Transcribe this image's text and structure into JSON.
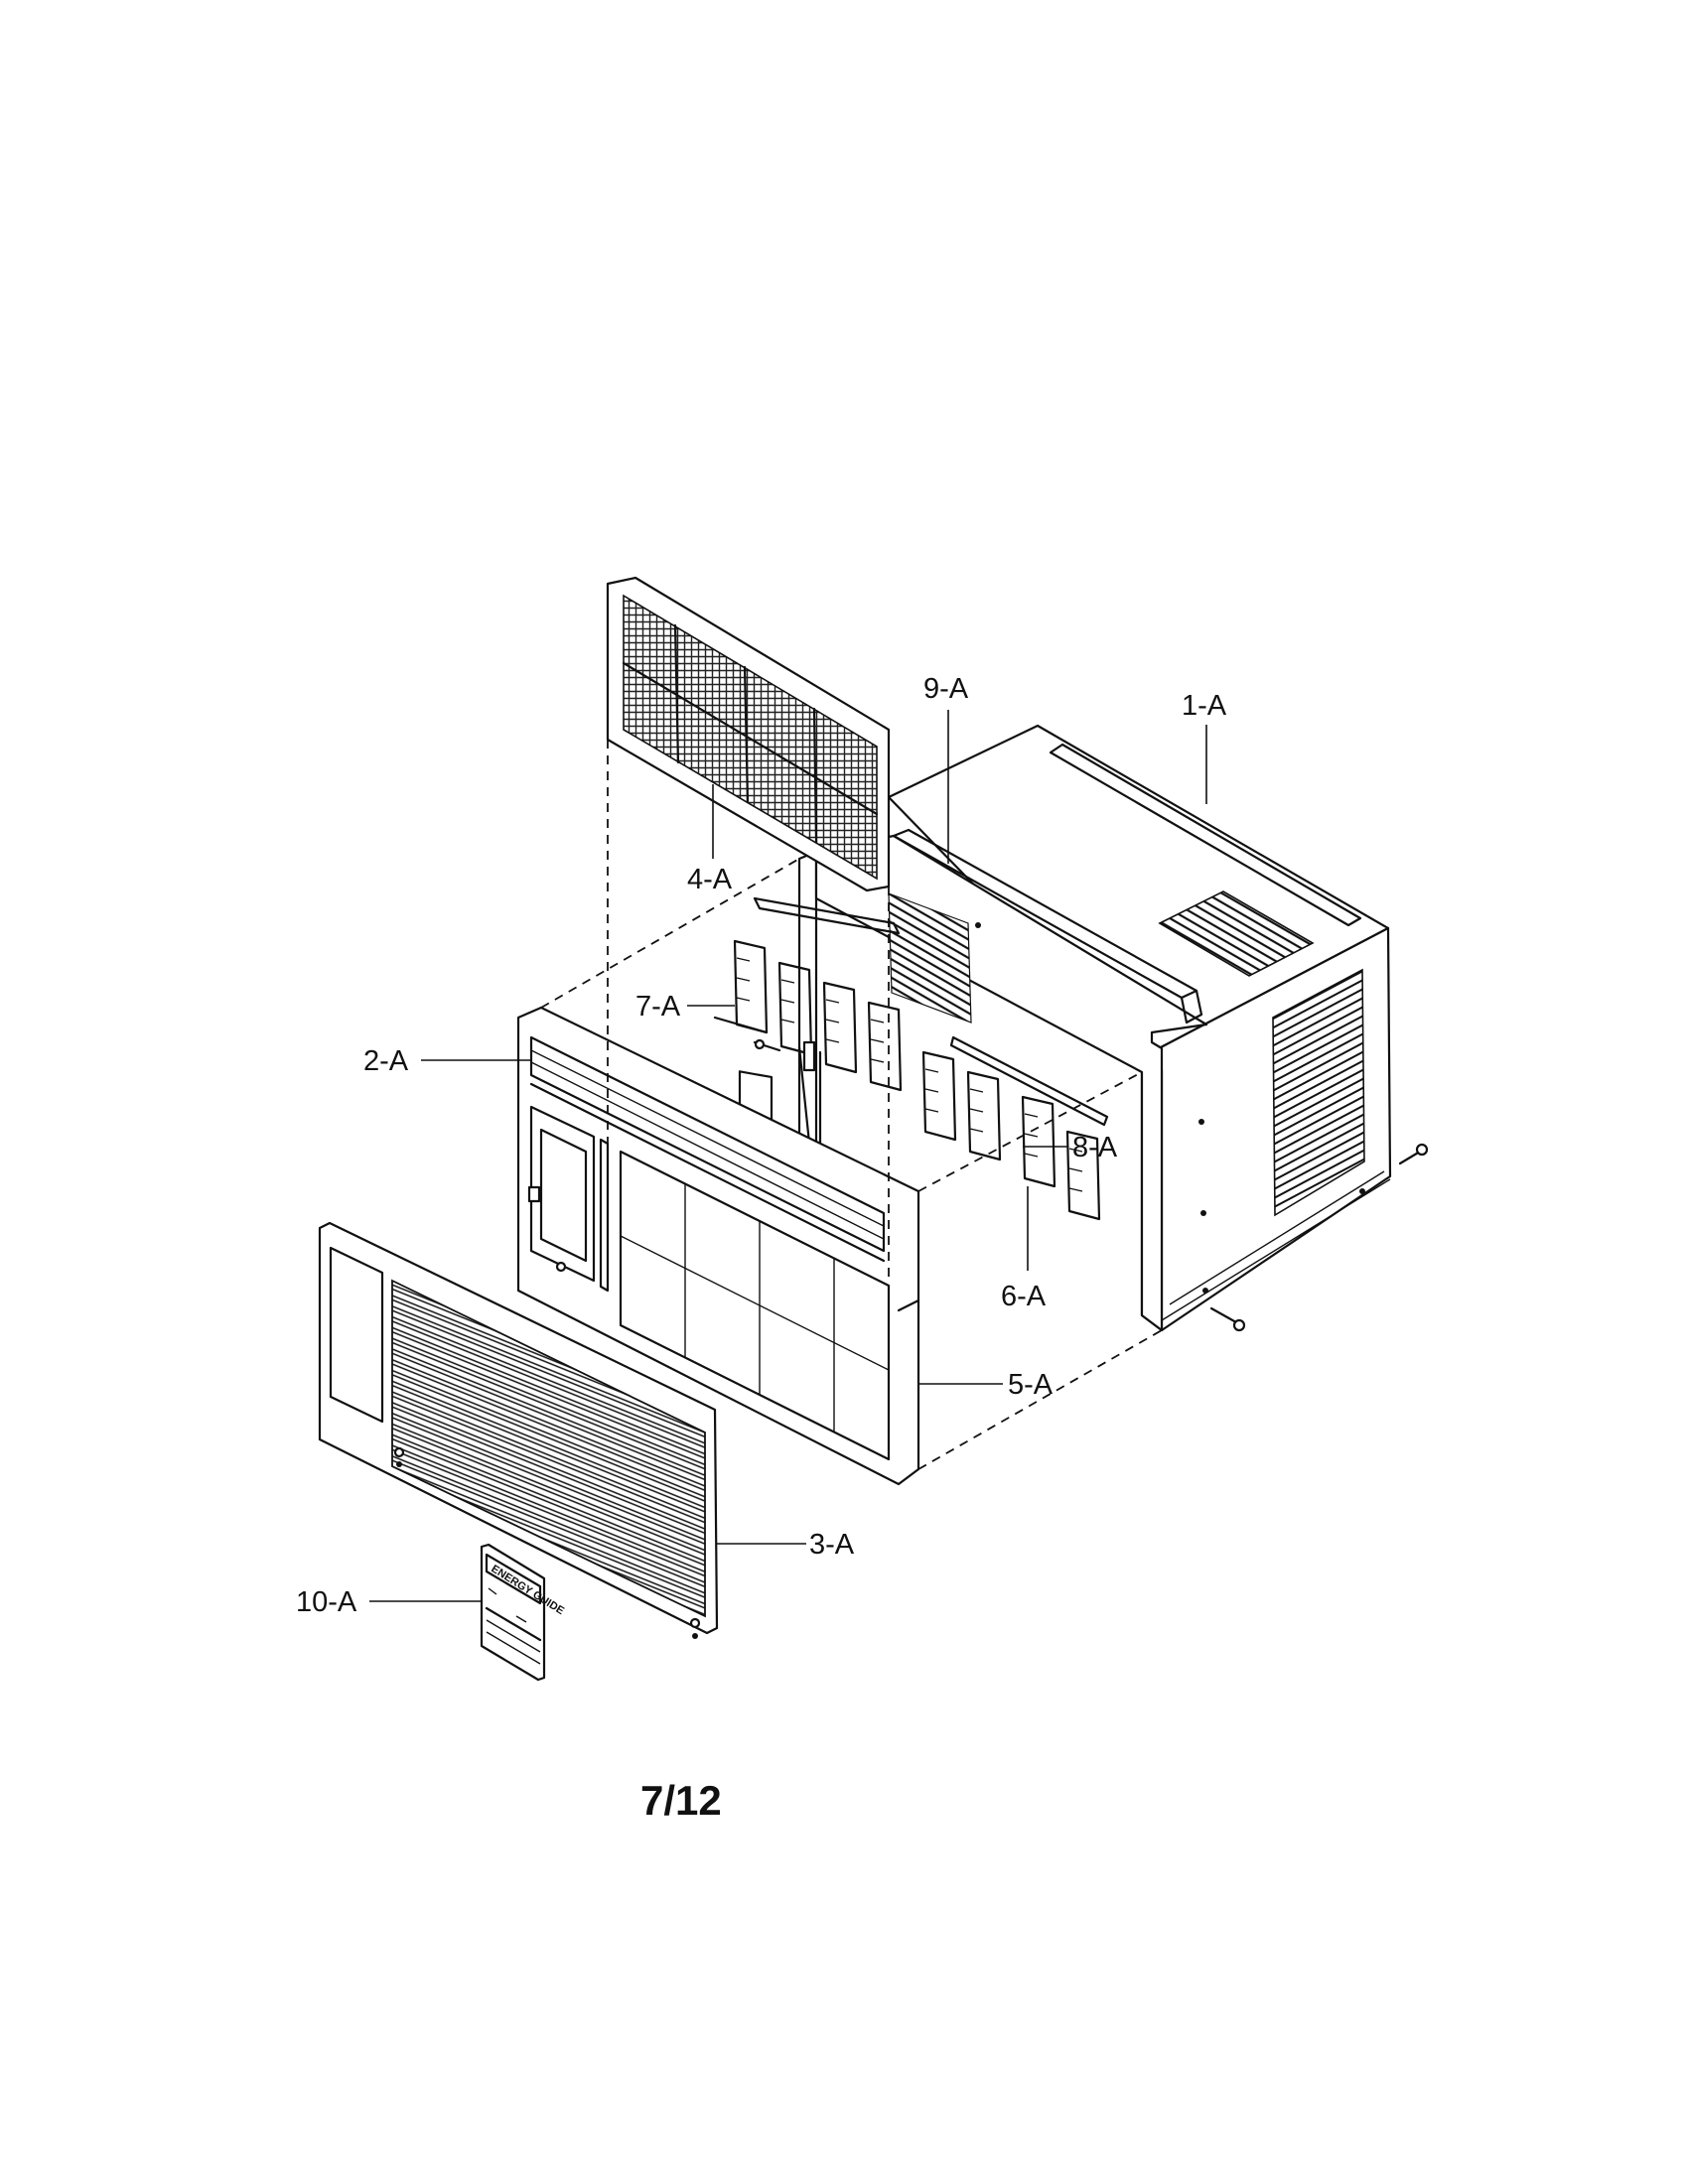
{
  "diagram": {
    "page_number": "7/12",
    "label_text": "ENERGY GUIDE",
    "callouts": [
      {
        "id": "1-A",
        "text": "1-A"
      },
      {
        "id": "2-A",
        "text": "2-A"
      },
      {
        "id": "3-A",
        "text": "3-A"
      },
      {
        "id": "4-A",
        "text": "4-A"
      },
      {
        "id": "5-A",
        "text": "5-A"
      },
      {
        "id": "6-A",
        "text": "6-A"
      },
      {
        "id": "7-A",
        "text": "7-A"
      },
      {
        "id": "8-A",
        "text": "8-A"
      },
      {
        "id": "9-A",
        "text": "9-A"
      },
      {
        "id": "10-A",
        "text": "10-A"
      }
    ]
  }
}
